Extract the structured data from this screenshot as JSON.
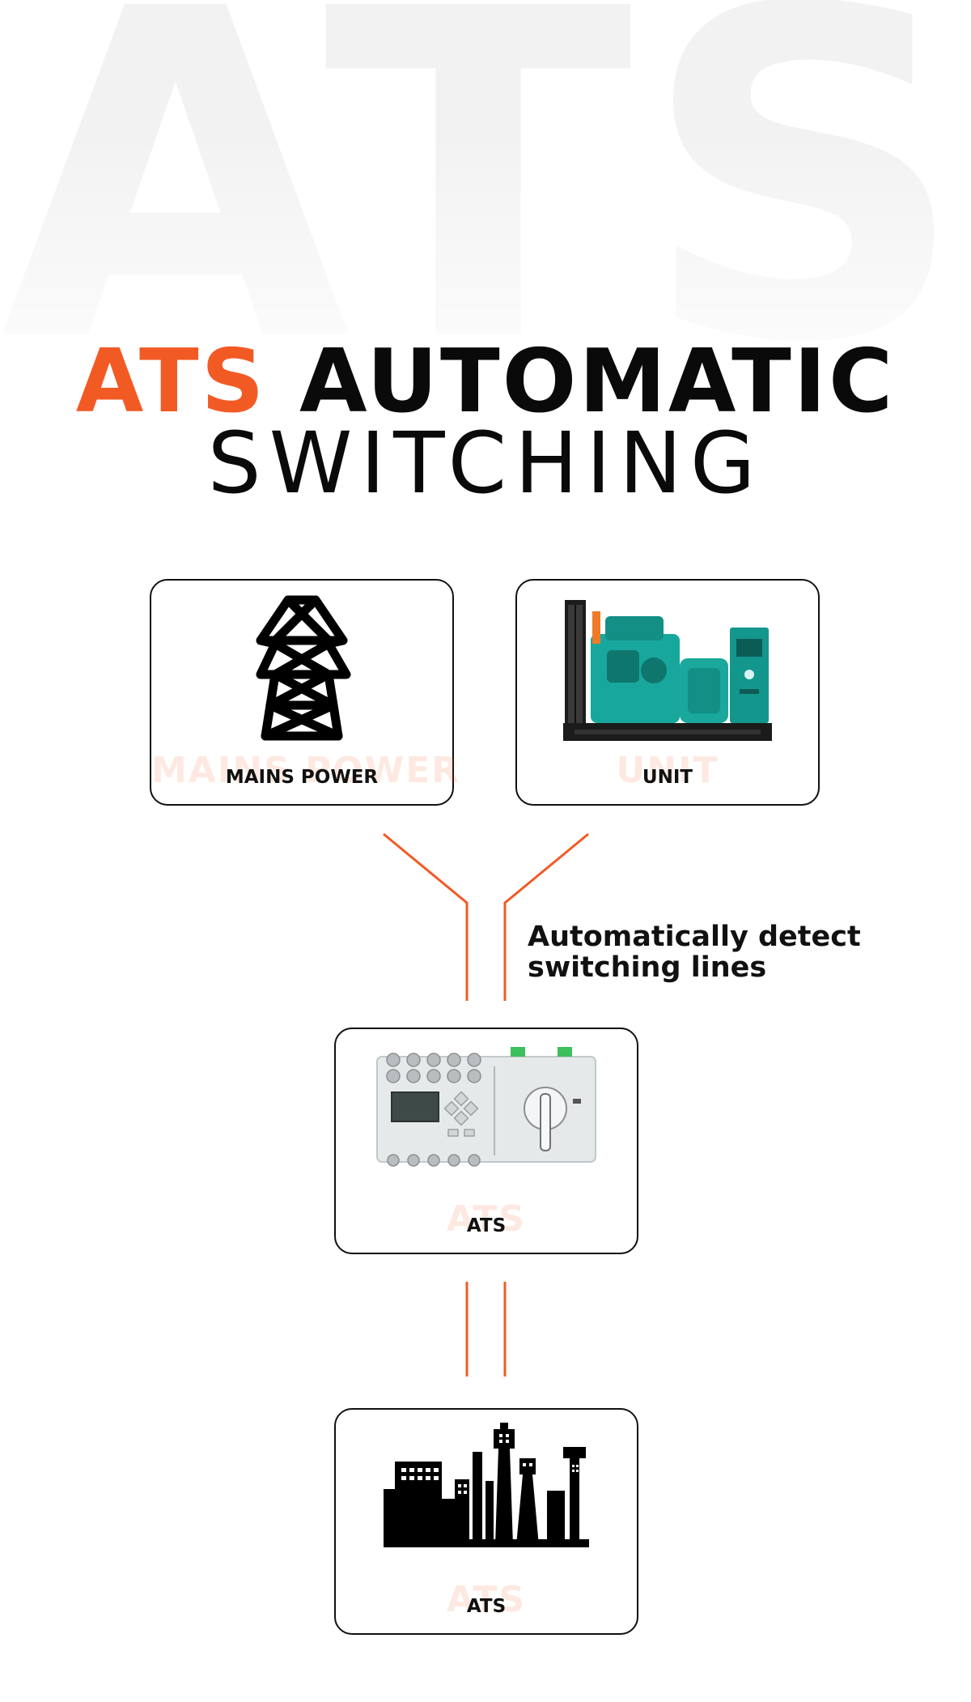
{
  "watermark": "ATS",
  "title": {
    "accent": "ATS",
    "main": "AUTOMATIC",
    "sub": "SWITCHING"
  },
  "annotation": "Automatically detect switching lines",
  "cards": {
    "mains": {
      "label": "MAINS POWER",
      "ghost": "MAINS POWER"
    },
    "unit": {
      "label": "UNIT",
      "ghost": "UNIT"
    },
    "ats": {
      "label": "ATS",
      "ghost": "ATS"
    },
    "load": {
      "label": "ATS",
      "ghost": "ATS"
    }
  },
  "colors": {
    "accent": "#f25a24",
    "text": "#0a0a0a",
    "generator": "#18a79c",
    "ats_device": "#e6e9ea"
  }
}
